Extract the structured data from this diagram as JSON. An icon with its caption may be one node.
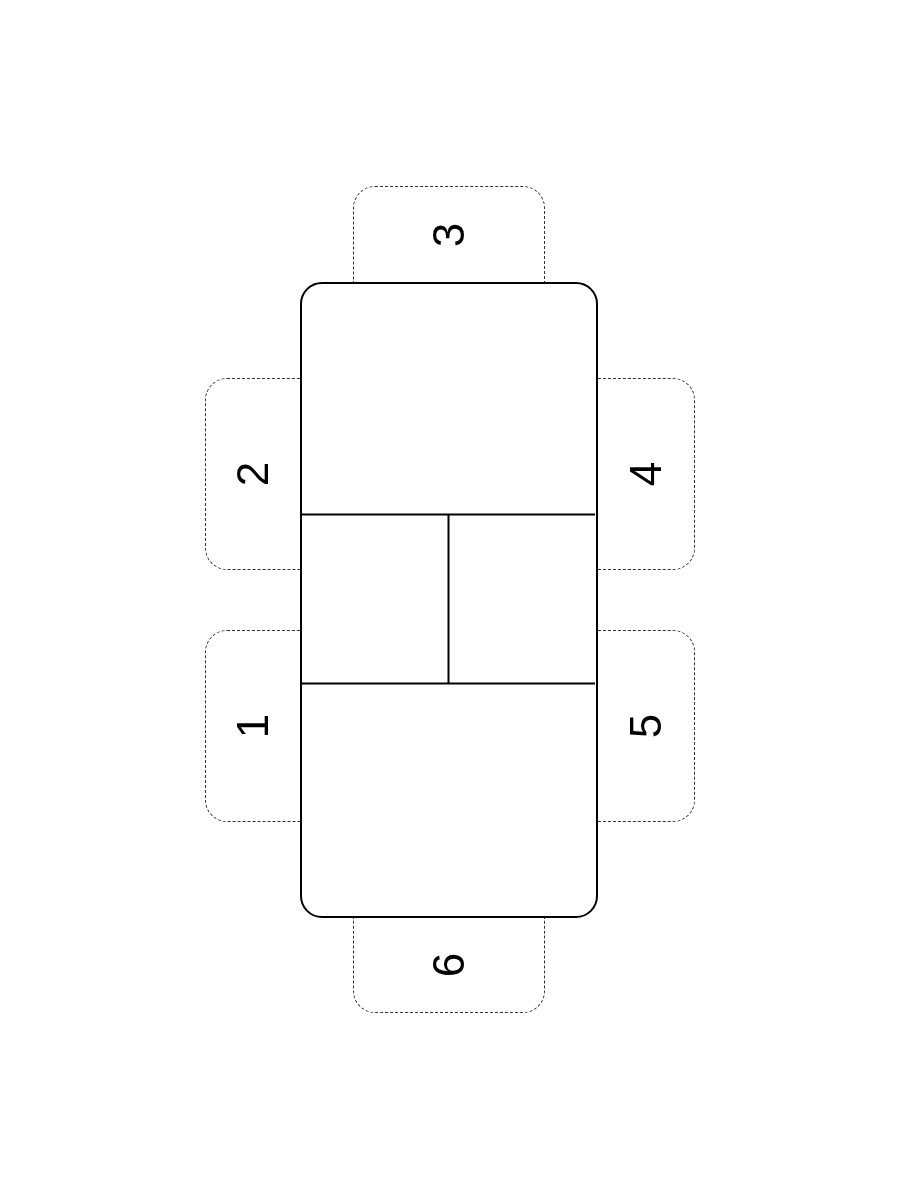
{
  "diagram": {
    "nodes": [
      {
        "text": [
          "1"
        ]
      },
      {
        "text": [
          "2"
        ]
      },
      {
        "text": [
          "3"
        ]
      },
      {
        "text": [
          "4"
        ]
      },
      {
        "text": [
          "5"
        ]
      },
      {
        "text": [
          "6"
        ]
      },
      {
        "text": [],
        "shape": "box"
      }
    ]
  }
}
